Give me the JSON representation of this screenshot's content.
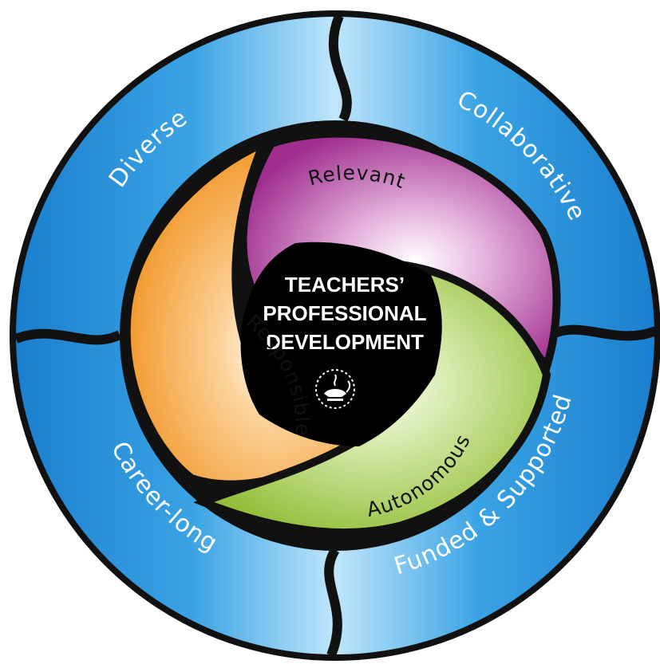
{
  "center": {
    "lines": [
      "TEACHERS’",
      "PROFESSIONAL",
      "DEVELOPMENT"
    ],
    "emblem_icon": "lamp-of-learning-icon"
  },
  "outer_ring": [
    {
      "label": "Diverse"
    },
    {
      "label": "Collaborative"
    },
    {
      "label": "Career-long"
    },
    {
      "label": "Funded & Supported"
    }
  ],
  "inner_ring": [
    {
      "label": "Relevant",
      "color": "#b0399e"
    },
    {
      "label": "Responsible",
      "color": "#f3a13a"
    },
    {
      "label": "Autonomous",
      "color": "#9fc442"
    }
  ],
  "colors": {
    "outer_blue": "#1e8ad6",
    "outer_light": "#9fd6f5",
    "outline": "#111111",
    "center": "#000000"
  }
}
